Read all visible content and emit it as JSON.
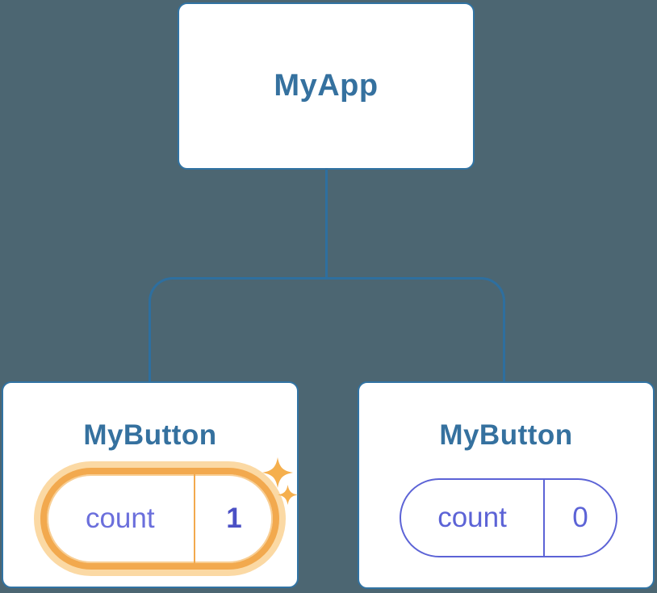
{
  "colors": {
    "background": "#4C6672",
    "card_bg": "#FFFFFF",
    "card_border": "#3173A3",
    "connector": "#2E6F9F",
    "title_text": "#35719F",
    "state_label": "#6B6FDC",
    "state_value_active": "#4B50C5",
    "state_pill_idle": "#5C63D6",
    "highlight_orange": "#F2A94E",
    "highlight_glow": "#FBD9A4",
    "sparkle": "#F5AF4D"
  },
  "tree": {
    "root": {
      "label": "MyApp"
    },
    "children": [
      {
        "label": "MyButton",
        "state": {
          "key": "count",
          "value": "1"
        },
        "highlighted": true,
        "icons": [
          "sparkle-icon-large",
          "sparkle-icon-small"
        ]
      },
      {
        "label": "MyButton",
        "state": {
          "key": "count",
          "value": "0"
        },
        "highlighted": false
      }
    ]
  }
}
